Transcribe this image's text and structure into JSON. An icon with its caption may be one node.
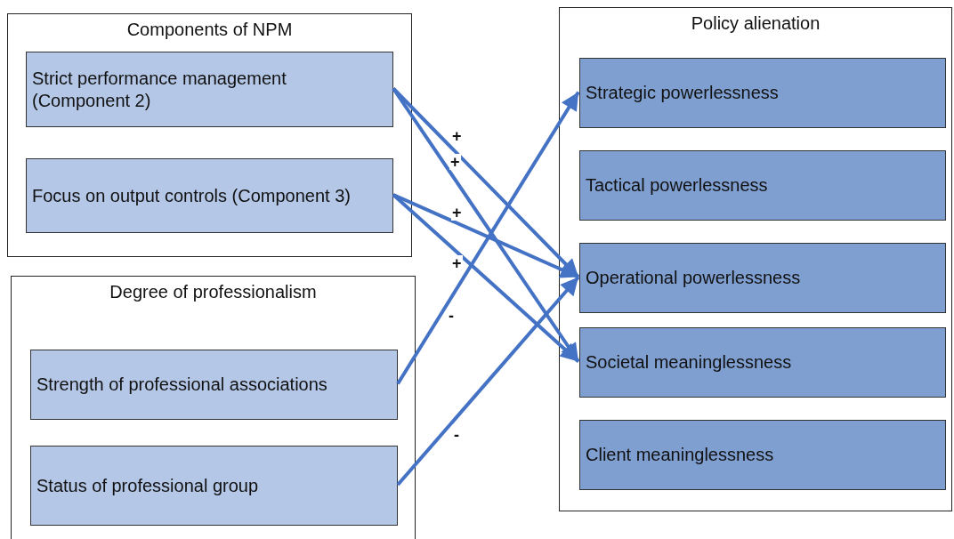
{
  "diagram": {
    "nodes": [
      {
        "text": [
          "Components of NPM"
        ]
      },
      {
        "text": [
          "Strict performance management (Component 2)"
        ],
        "in": 0
      },
      {
        "text": [
          "Focus on output controls (Component 3)"
        ],
        "in": 0
      },
      {
        "text": [
          "Degree of professionalism"
        ]
      },
      {
        "text": [
          "Strength of professional associations"
        ],
        "in": 3
      },
      {
        "text": [
          "Status of professional group"
        ],
        "in": 3
      },
      {
        "text": [
          "Policy alienation"
        ]
      },
      {
        "text": [
          "Strategic powerlessness"
        ],
        "in": 6
      },
      {
        "text": [
          "Tactical powerlessness"
        ],
        "in": 6
      },
      {
        "text": [
          "Operational powerlessness"
        ],
        "in": 6
      },
      {
        "text": [
          "Societal meaninglessness"
        ],
        "in": 6
      },
      {
        "text": [
          "Client meaninglessness"
        ],
        "in": 6
      }
    ],
    "edges": [
      {
        "from": 1,
        "to": 9,
        "arrow": "to",
        "label": "+"
      },
      {
        "from": 1,
        "to": 10,
        "arrow": "to",
        "label": "+"
      },
      {
        "from": 2,
        "to": 9,
        "arrow": "to",
        "label": "+"
      },
      {
        "from": 2,
        "to": 10,
        "arrow": "to",
        "label": "+"
      },
      {
        "from": 4,
        "to": 7,
        "arrow": "to",
        "label": "-"
      },
      {
        "from": 5,
        "to": 9,
        "arrow": "to",
        "label": "-"
      }
    ]
  }
}
